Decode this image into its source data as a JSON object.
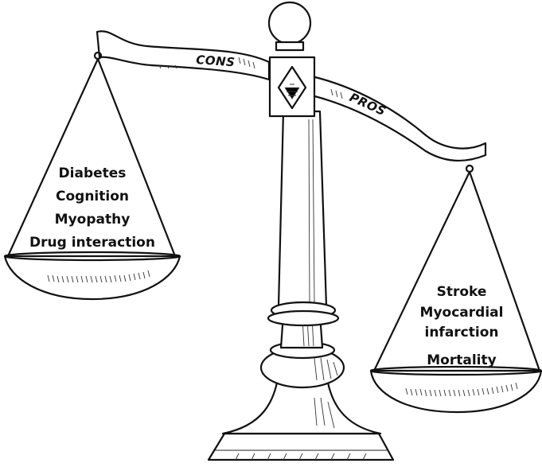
{
  "beam": {
    "left_label": "CONS",
    "right_label": "PROS"
  },
  "left_pan": {
    "items": [
      "Diabetes",
      "Cognition",
      "Myopathy",
      "Drug interaction"
    ]
  },
  "right_pan": {
    "items": [
      "Stroke",
      "Myocardial",
      "infarction",
      "Mortality"
    ]
  }
}
